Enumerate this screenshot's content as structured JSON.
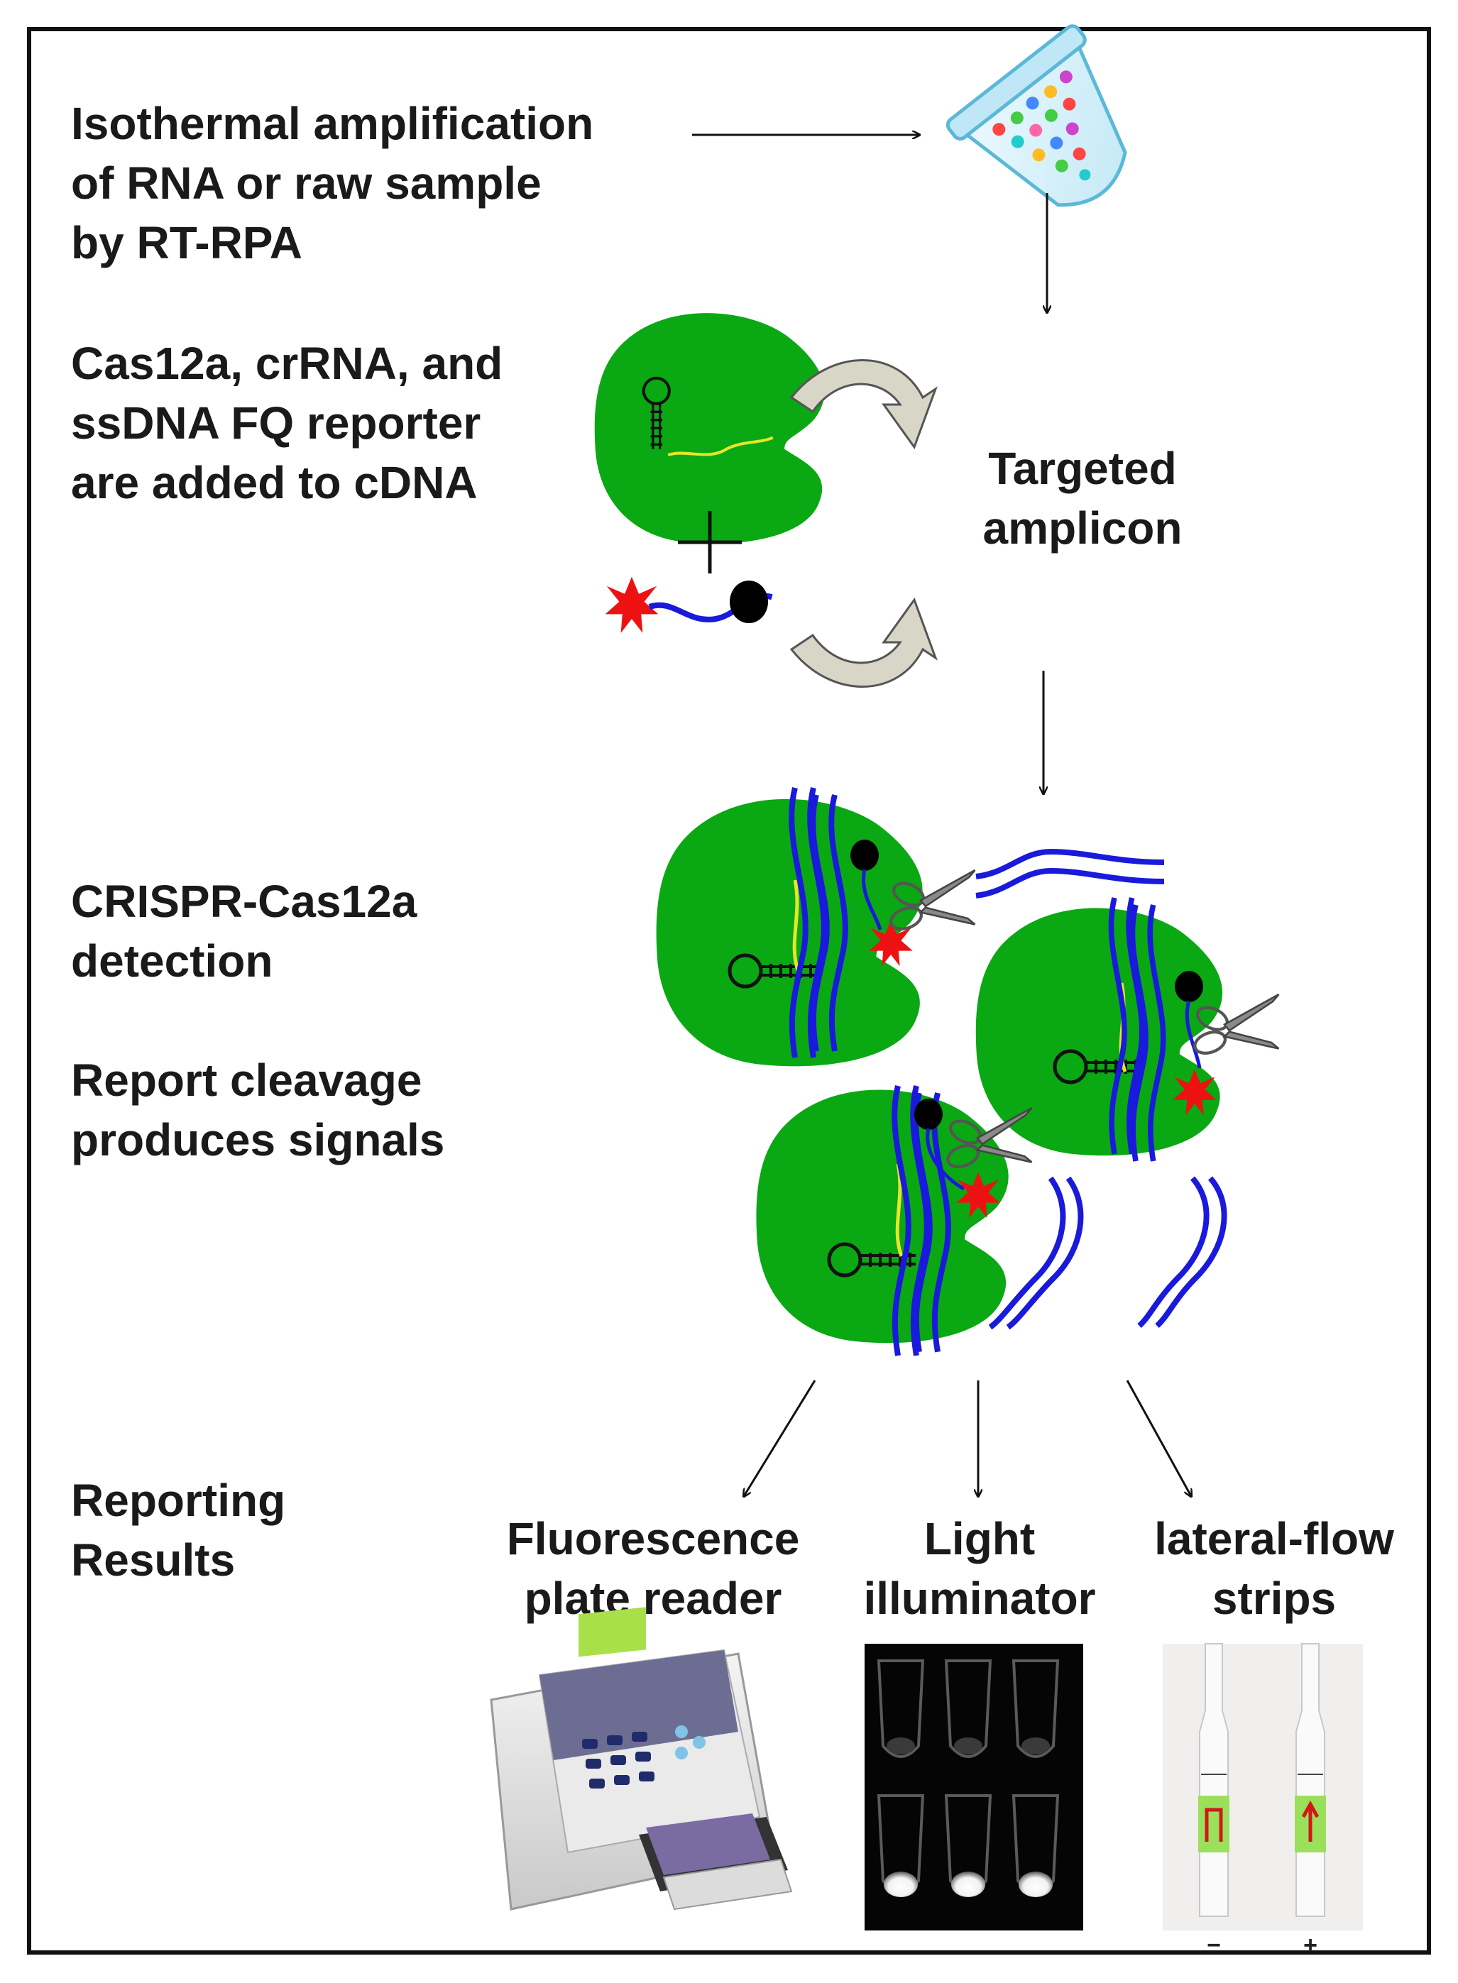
{
  "steps": {
    "amplification": [
      "Isothermal amplification",
      "of RNA or raw sample",
      "by RT-RPA"
    ],
    "reagents": [
      "Cas12a, crRNA, and",
      "ssDNA FQ reporter",
      "are added to cDNA"
    ],
    "amplicon": [
      "Targeted",
      "amplicon"
    ],
    "detection": [
      "CRISPR-Cas12a",
      "detection"
    ],
    "cleavage": [
      "Report cleavage",
      "produces signals"
    ],
    "reporting": [
      "Reporting",
      "Results"
    ]
  },
  "readouts": [
    {
      "lines": [
        "Fluorescence",
        "plate reader"
      ],
      "image": "plate-reader-device"
    },
    {
      "lines": [
        "Light",
        "illuminator"
      ],
      "image": "illuminated-tubes-photo"
    },
    {
      "lines": [
        "lateral-flow",
        "strips"
      ],
      "image": "lateral-flow-strips-photo"
    }
  ],
  "strip_signs": [
    "−",
    "+"
  ],
  "colors": {
    "cas12a": "#0aa812",
    "dna": "#1a1adc",
    "fluorophore": "#ee1111",
    "quencher": "#000000",
    "crrna": "#e6e62a",
    "strip_pad": "#9be05a",
    "strip_band": "#d01818"
  },
  "icons": [
    "tube-icon",
    "cas12a-icon",
    "reporter-icon",
    "scissors-icon",
    "plus-icon"
  ]
}
